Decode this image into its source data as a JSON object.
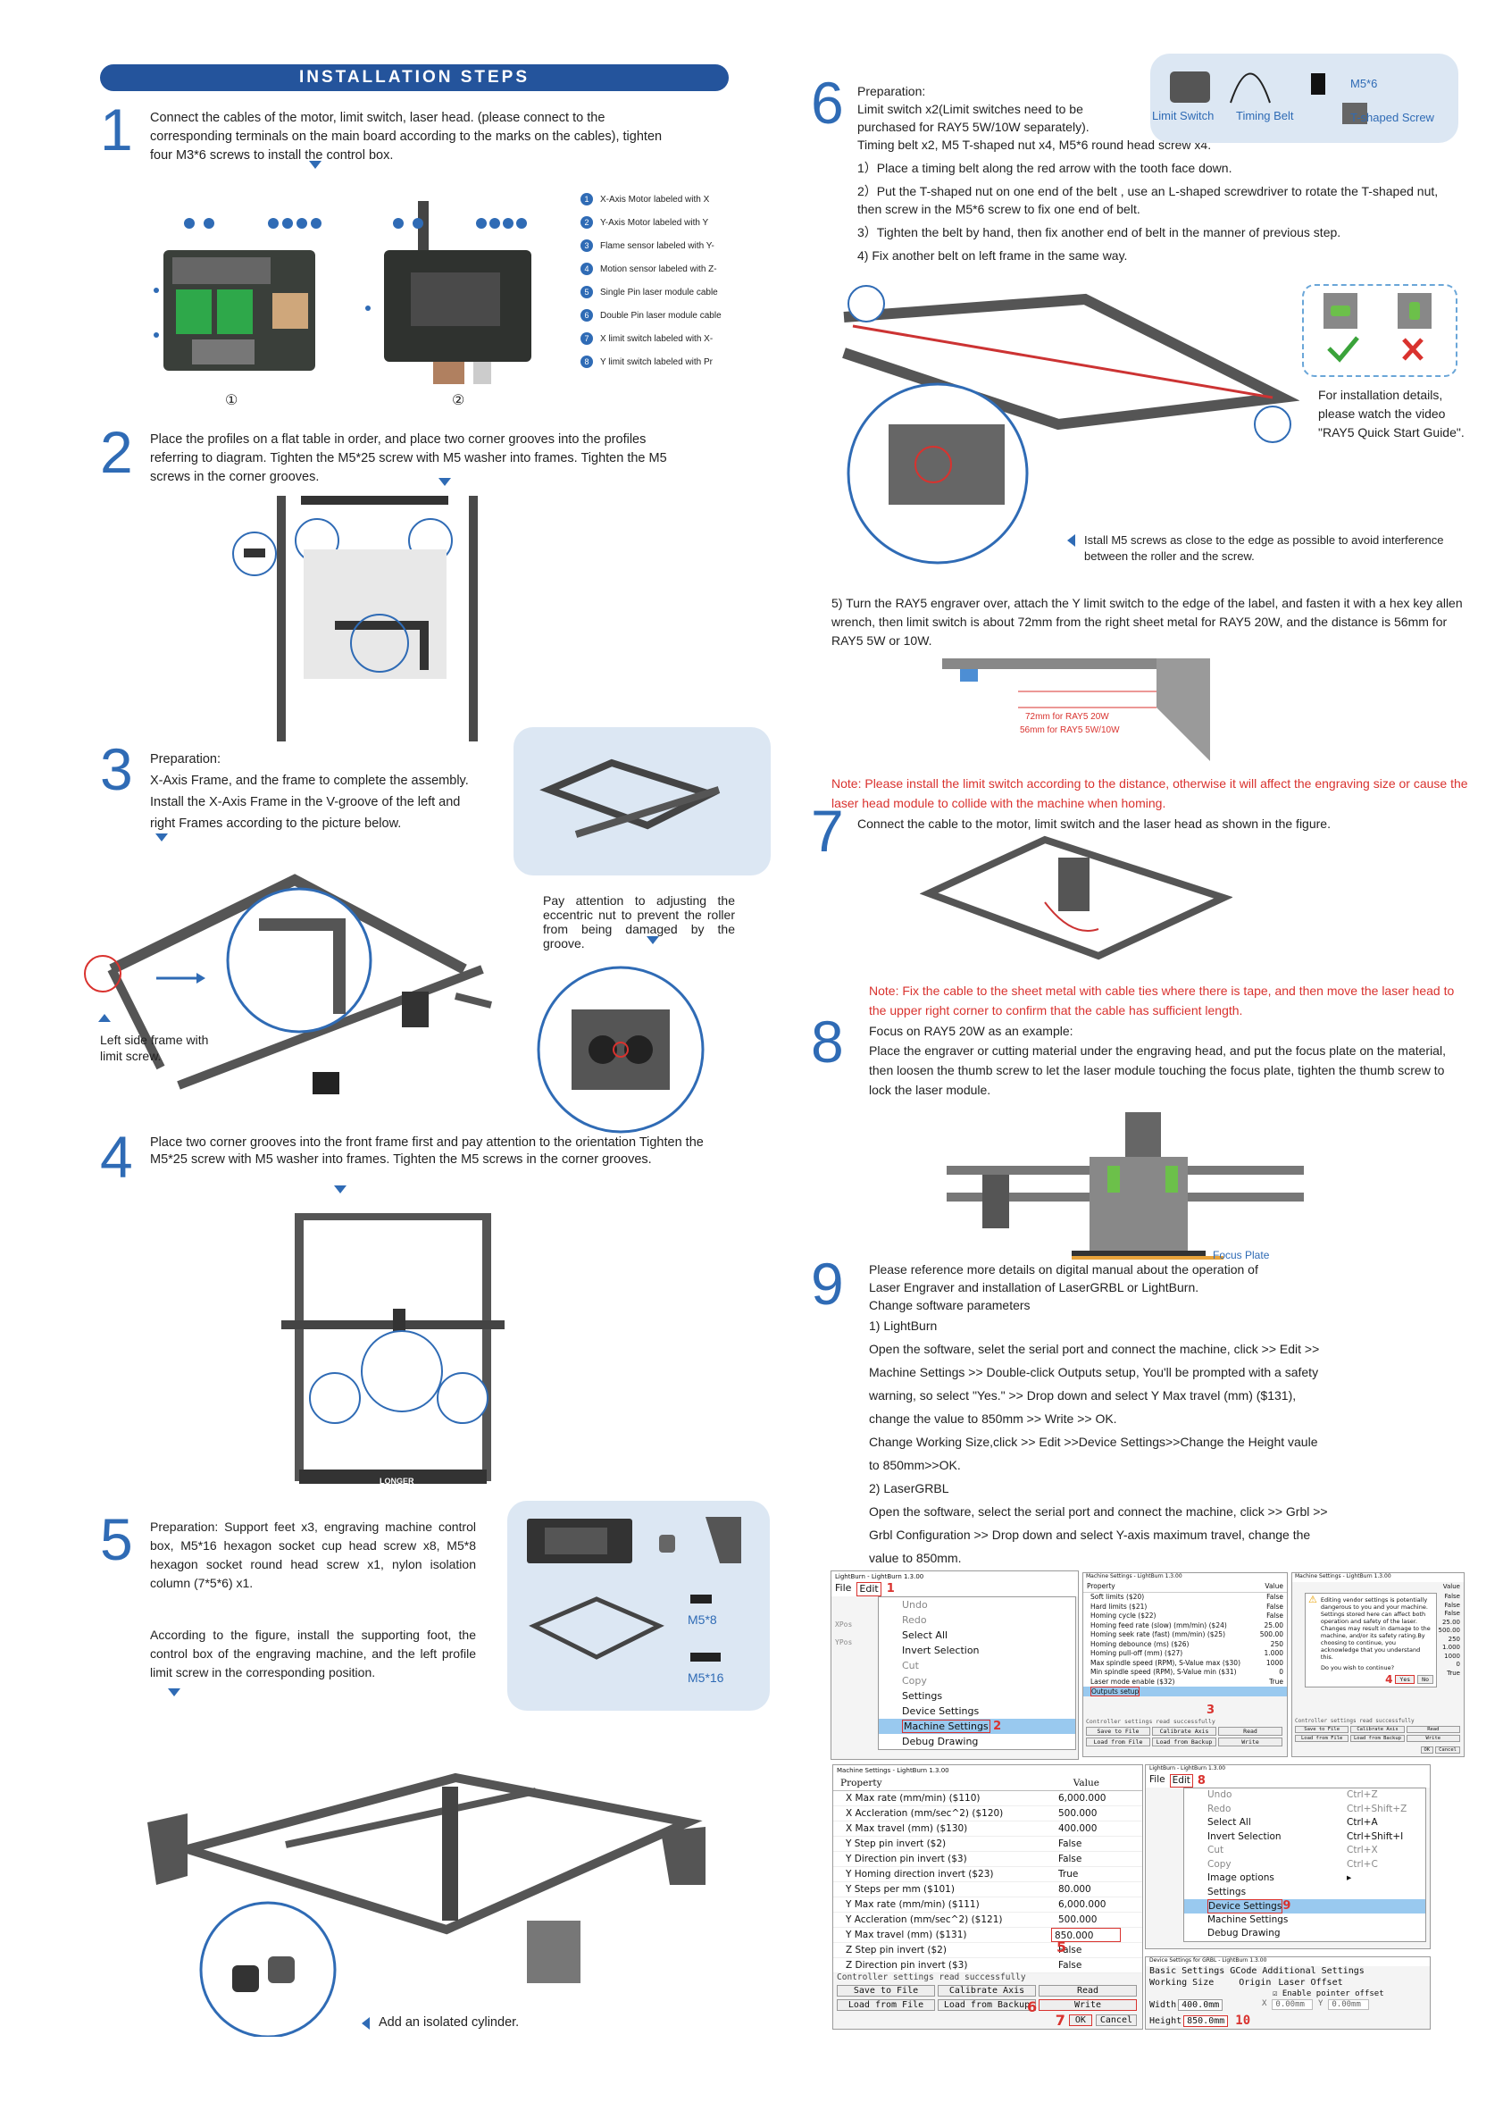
{
  "banner": "INSTALLATION STEPS",
  "colors": {
    "accent": "#2f6bb5",
    "banner": "#24549c",
    "warning": "#d9322e",
    "panel": "#dce7f3"
  },
  "step1": {
    "number": "1",
    "text": "Connect the cables of the motor, limit switch, laser head. (please connect to the corresponding terminals on the main board according to the marks on the cables), tighten four M3*6 screws to install the control box.",
    "board_labels": [
      "①",
      "②"
    ],
    "legend": [
      {
        "n": "1",
        "label": "X-Axis Motor labeled with X"
      },
      {
        "n": "2",
        "label": "Y-Axis Motor labeled with Y"
      },
      {
        "n": "3",
        "label": "Flame sensor labeled with Y-"
      },
      {
        "n": "4",
        "label": "Motion sensor labeled with Z-"
      },
      {
        "n": "5",
        "label": "Single Pin laser module cable"
      },
      {
        "n": "6",
        "label": "Double Pin laser module cable"
      },
      {
        "n": "7",
        "label": "X limit switch labeled with X-"
      },
      {
        "n": "8",
        "label": "Y limit switch labeled with Pr"
      }
    ]
  },
  "step2": {
    "number": "2",
    "text": "Place the profiles on a flat table in order, and place two corner grooves into the profiles referring to diagram. Tighten the M5*25 screw with M5 washer into frames. Tighten the M5 screws in the corner grooves."
  },
  "step3": {
    "number": "3",
    "lines": [
      "Preparation:",
      "X-Axis Frame, and the frame to complete the assembly.",
      "Install the X-Axis Frame in the V-groove of the left and",
      "right Frames according to the picture below."
    ],
    "note_right": "Pay attention to adjusting the eccentric nut to prevent the roller from being damaged by the groove.",
    "note_left": "Left side frame with limit screw."
  },
  "step4": {
    "number": "4",
    "text": "Place two corner grooves into the front frame first and pay attention to the orientation Tighten the M5*25 screw with M5 washer into frames. Tighten the M5 screws in the corner grooves.",
    "frame_label": "LONGER"
  },
  "step5": {
    "number": "5",
    "prep": "Preparation: Support feet x3, engraving machine control box, M5*16 hexagon socket cup head screw x8, M5*8 hexagon socket round head screw x1, nylon isolation column (7*5*6) x1.",
    "text": "According to the figure, install the supporting foot, the control box of the engraving machine, and the left profile limit screw in the corresponding position.",
    "screw_labels": [
      "M5*8",
      "M5*16"
    ],
    "note": "Add an isolated cylinder."
  },
  "step6": {
    "number": "6",
    "lines": [
      "Preparation:",
      "Limit switch x2(Limit switches need to be",
      "purchased for RAY5 5W/10W separately).",
      "Timing belt x2, M5 T-shaped nut x4, M5*6 round head screw x4.",
      "1）Place a timing belt along the red arrow with the tooth face down.",
      "2）Put the T-shaped nut on one end of the belt , use an L-shaped screwdriver to rotate the T-shaped nut, then screw in the M5*6 screw to fix one end of belt.",
      "3）Tighten the belt by hand, then fix another end of belt in the manner of previous step.",
      "4) Fix another belt on left frame in the same way."
    ],
    "parts": [
      "Limit Switch",
      "Timing Belt",
      "M5*6",
      "T-shaped Screw"
    ],
    "video_note": "For installation details, please watch the video \"RAY5 Quick Start Guide\".",
    "screw_note": "Istall M5 screws as close to the edge as possible to avoid interference between the roller and the screw.",
    "step5_text": "5) Turn the RAY5 engraver over, attach the Y limit switch to the edge of the label, and fasten it with a hex key allen wrench, then limit switch is about 72mm from the right sheet metal for RAY5 20W, and the distance is 56mm for RAY5 5W or 10W.",
    "dim_labels": [
      "72mm for RAY5 20W",
      "56mm for RAY5 5W/10W"
    ],
    "note_prefix": "Note:",
    "note": "Please install the limit switch according to the distance, otherwise it will affect the engraving size or cause the laser head module to collide with the machine when homing."
  },
  "step7": {
    "number": "7",
    "text": "Connect the cable to the motor, limit switch and the laser head as shown in the figure.",
    "note": "Note: Fix the cable to the sheet metal with cable ties where there is tape, and then move the laser head to the upper right corner to confirm that the cable has sufficient length."
  },
  "step8": {
    "number": "8",
    "lines": [
      "Focus on RAY5 20W as an example:",
      "Place the engraver or cutting material under the engraving head, and put the focus plate on the material, then loosen the thumb screw to let the laser module touching the focus plate, tighten the thumb screw to lock the laser module."
    ],
    "focus_label": "Focus Plate"
  },
  "step9": {
    "number": "9",
    "lines": [
      "Please reference more details on digital manual about the operation of",
      "Laser Engraver and installation of LaserGRBL or LightBurn.",
      "Change software parameters",
      "1) LightBurn",
      "Open the software, selet the serial port and connect the machine, click >> Edit >>",
      "Machine Settings >> Double-click Outputs setup, You'll be prompted with a safety",
      "warning, so select \"Yes.\" >> Drop down and select Y Max travel (mm) ($131),",
      "change the value to 850mm >> Write >> OK.",
      "Change Working Size,click >> Edit >>Device Settings>>Change the Height vaule",
      "to 850mm>>OK.",
      "2) LaserGRBL",
      "Open the software, select the serial port and connect the machine, click >> Grbl >>",
      "Grbl Configuration >> Drop down and select Y-axis maximum travel, change the",
      " value to 850mm."
    ]
  },
  "ui1": {
    "title": "LightBurn - LightBurn 1.3.00",
    "menubar": [
      "File",
      "Edit"
    ],
    "coords": [
      "XPos",
      "YPos"
    ],
    "items": [
      "Undo",
      "Redo",
      "Select All",
      "Invert Selection",
      "Cut",
      "Copy",
      "Settings",
      "Device Settings",
      "Machine Settings",
      "Debug Drawing"
    ],
    "marks": [
      "1",
      "2"
    ]
  },
  "ui2": {
    "title": "Machine Settings - LightBurn 1.3.00",
    "header": [
      "Property",
      "Value"
    ],
    "rows": [
      [
        "Soft limits ($20)",
        "False"
      ],
      [
        "Hard limits ($21)",
        "False"
      ],
      [
        "Homing cycle ($22)",
        "False"
      ],
      [
        "Homing feed rate (slow) (mm/min) ($24)",
        "25.00"
      ],
      [
        "Homing seek rate (fast) (mm/min) ($25)",
        "500.00"
      ],
      [
        "Homing debounce (ms) ($26)",
        "250"
      ],
      [
        "Homing pull-off (mm) ($27)",
        "1.000"
      ],
      [
        "Max spindle speed (RPM), S-Value max ($30)",
        "1000"
      ],
      [
        "Min spindle speed (RPM), S-Value min ($31)",
        "0"
      ],
      [
        "Laser mode enable ($32)",
        "True"
      ],
      [
        "Outputs setup",
        ""
      ]
    ],
    "status": "Controller settings read successfully",
    "buttons": [
      "Save to File",
      "Calibrate Axis",
      "Read",
      "Load from File",
      "Load from Backup",
      "Write"
    ],
    "mark": "3"
  },
  "ui3": {
    "title": "Machine Settings - LightBurn 1.3.00",
    "col": "Value",
    "warning": "Editing vendor settings is potentially dangerous to you and your machine. Settings stored here can affect both operation and safety of the laser. Changes may result in damage to the machine, and/or its safety rating.By choosing to continue, you acknowledge that you understand this.",
    "question": "Do you wish to continue?",
    "buttons": [
      "Yes",
      "No"
    ],
    "values": [
      "False",
      "False",
      "False",
      "25.00",
      "500.00",
      "250",
      "1.000",
      "1000",
      "0",
      "True"
    ],
    "status": "Controller settings read successfully",
    "footer": [
      "Save to File",
      "Calibrate Axis",
      "Read",
      "Load from File",
      "Load from Backup",
      "Write",
      "OK",
      "Cancel"
    ],
    "mark": "4"
  },
  "ui4": {
    "title": "Machine Settings - LightBurn 1.3.00",
    "header": [
      "Property",
      "Value"
    ],
    "rows": [
      [
        "X Max rate (mm/min) ($110)",
        "6,000.000"
      ],
      [
        "X Accleration (mm/sec^2) ($120)",
        "500.000"
      ],
      [
        "X Max travel (mm) ($130)",
        "400.000"
      ],
      [
        "Y Step pin invert ($2)",
        "False"
      ],
      [
        "Y Direction pin invert ($3)",
        "False"
      ],
      [
        "Y Homing direction invert ($23)",
        "True"
      ],
      [
        "Y Steps per mm ($101)",
        "80.000"
      ],
      [
        "Y Max rate (mm/min) ($111)",
        "6,000.000"
      ],
      [
        "Y Accleration (mm/sec^2) ($121)",
        "500.000"
      ],
      [
        "Y Max travel (mm) ($131)",
        "850.000"
      ],
      [
        "Z Step pin invert ($2)",
        "False"
      ],
      [
        "Z Direction pin invert ($3)",
        "False"
      ]
    ],
    "status": "Controller settings read successfully",
    "buttons": [
      "Save to File",
      "Calibrate Axis",
      "Read",
      "Load from File",
      "Load from Backup",
      "Write",
      "OK",
      "Cancel"
    ],
    "marks": [
      "5",
      "6",
      "7"
    ]
  },
  "ui5": {
    "title": "LightBurn - LightBurn 1.3.00",
    "menubar": [
      "File",
      "Edit"
    ],
    "items": [
      {
        "label": "Undo",
        "shortcut": "Ctrl+Z"
      },
      {
        "label": "Redo",
        "shortcut": "Ctrl+Shift+Z"
      },
      {
        "label": "Select All",
        "shortcut": "Ctrl+A"
      },
      {
        "label": "Invert Selection",
        "shortcut": "Ctrl+Shift+I"
      },
      {
        "label": "Cut",
        "shortcut": "Ctrl+X"
      },
      {
        "label": "Copy",
        "shortcut": "Ctrl+C"
      },
      {
        "label": "Image options",
        "shortcut": "▸"
      },
      {
        "label": "Settings",
        "shortcut": ""
      },
      {
        "label": "Device Settings",
        "shortcut": ""
      },
      {
        "label": "Machine Settings",
        "shortcut": ""
      },
      {
        "label": "Debug Drawing",
        "shortcut": ""
      }
    ],
    "marks": [
      "8",
      "9"
    ]
  },
  "ui6": {
    "title": "Device Settings for GRBL - LightBurn 1.3.00",
    "tabs": [
      "Basic Settings",
      "GCode",
      "Additional Settings"
    ],
    "working_size": "Working Size",
    "origin": "Origin",
    "laser_offset": "Laser Offset",
    "enable_offset": "Enable pointer offset",
    "width_label": "Width",
    "width": "400.0mm",
    "height_label": "Height",
    "height": "850.0mm",
    "x_label": "X",
    "x": "0.00mm",
    "y_label": "Y",
    "y": "0.00mm",
    "mark": "10"
  }
}
